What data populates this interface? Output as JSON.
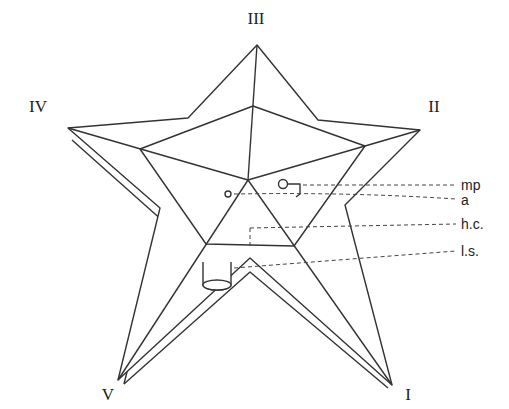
{
  "diagram": {
    "labels": [
      "III",
      "IV",
      "II",
      "mp",
      "a",
      "h.c.",
      "l.s.",
      "V",
      "I"
    ]
  }
}
